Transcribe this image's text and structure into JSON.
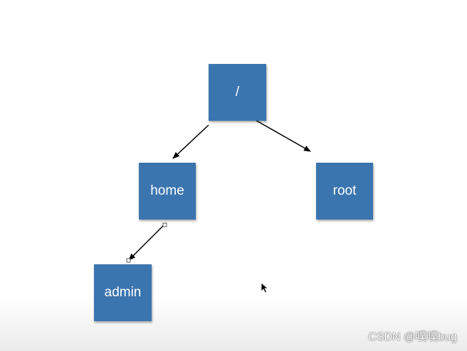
{
  "nodes": {
    "root": "/",
    "home": "home",
    "rootdir": "root",
    "admin": "admin"
  },
  "watermark": "CSDN @噗噗bug",
  "colors": {
    "node_fill": "#3b75b0",
    "node_text": "#ffffff",
    "arrow": "#000000"
  }
}
